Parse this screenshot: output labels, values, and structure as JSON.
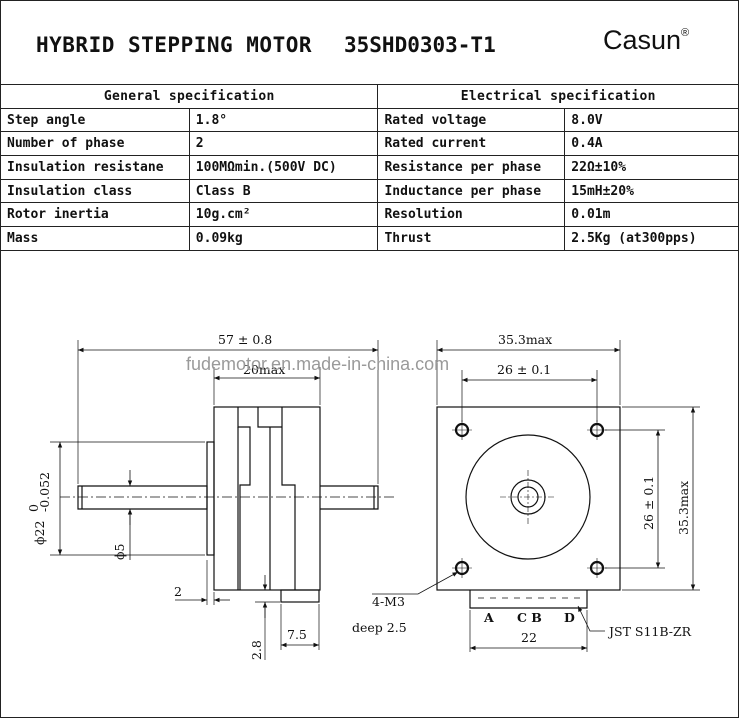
{
  "header": {
    "title": "HYBRID STEPPING MOTOR",
    "model": "35SHD0303-T1",
    "brand": "Casun",
    "brand_mark": "®"
  },
  "general_spec": {
    "heading": "General  specification",
    "rows": [
      {
        "label": "Step angle",
        "value": "1.8°"
      },
      {
        "label": "Number of phase",
        "value": "2"
      },
      {
        "label": "Insulation resistane",
        "value": "100MΩmin.(500V DC)"
      },
      {
        "label": "Insulation class",
        "value": "Class B"
      },
      {
        "label": "Rotor inertia",
        "value": "10g.cm²"
      },
      {
        "label": "Mass",
        "value": "0.09kg"
      }
    ]
  },
  "electrical_spec": {
    "heading": "Electrical  specification",
    "rows": [
      {
        "label": "Rated voltage",
        "value": "8.0V"
      },
      {
        "label": "Rated current",
        "value": "0.4A"
      },
      {
        "label": "Resistance per phase",
        "value": "22Ω±10%"
      },
      {
        "label": "Inductance per phase",
        "value": "15mH±20%"
      },
      {
        "label": "Resolution",
        "value": "0.01m"
      },
      {
        "label": "Thrust",
        "value": "2.5Kg (at300pps)"
      }
    ]
  },
  "drawing": {
    "watermark": "fudemotor.en.made-in-china.com",
    "side_view": {
      "overall_length": "57 ± 0.8",
      "body_length": "20max",
      "shaft_diameter": "ϕ22",
      "shaft_tol_upper": "0",
      "shaft_tol_lower": "-0.052",
      "shaft_small": "ϕ5",
      "flange": "2",
      "connector_height": "2.8",
      "connector_depth": "7.5"
    },
    "front_view": {
      "width": "35.3max",
      "hole_spacing": "26 ± 0.1",
      "height_spacing": "26 ± 0.1",
      "height": "35.3max",
      "holes_label": "4-M3",
      "holes_depth": "deep 2.5",
      "pin_a": "A",
      "pin_cb": "C B",
      "pin_d": "D",
      "connector_width": "22",
      "connector_type": "JST S11B-ZR"
    }
  }
}
